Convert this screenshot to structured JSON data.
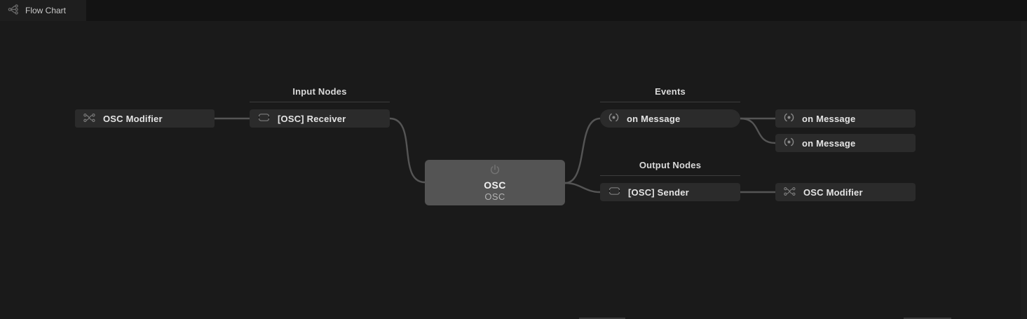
{
  "titlebar": {
    "tab": {
      "label": "Flow Chart",
      "icon": "flow-chart-icon"
    }
  },
  "sections": {
    "input": {
      "title": "Input Nodes"
    },
    "events": {
      "title": "Events"
    },
    "output": {
      "title": "Output Nodes"
    }
  },
  "nodes": {
    "left_modifier": {
      "label": "OSC Modifier",
      "icon": "shuffle-icon"
    },
    "receiver": {
      "label": "[OSC] Receiver",
      "icon": "module-box-icon"
    },
    "center": {
      "title": "OSC",
      "subtitle": "OSC",
      "icon": "power-icon",
      "highlighted": true
    },
    "event_on_message": {
      "label": "on Message",
      "icon": "event-icon"
    },
    "sender": {
      "label": "[OSC] Sender",
      "icon": "module-box-icon"
    },
    "right_on_message_1": {
      "label": "on Message",
      "icon": "event-icon"
    },
    "right_on_message_2": {
      "label": "on Message",
      "icon": "event-icon"
    },
    "right_modifier": {
      "label": "OSC Modifier",
      "icon": "shuffle-icon"
    }
  },
  "colors": {
    "canvas_background": "#1a1a1a",
    "titlebar_background": "#131313",
    "tab_background": "#1e1e1e",
    "node_background": "#2b2b2b",
    "highlighted_node_background": "#545454",
    "node_text": "#e4e4e4",
    "section_text": "#d9d9d9",
    "section_divider": "#3d3d3d",
    "wire": "#555555",
    "icon": "#808080"
  }
}
